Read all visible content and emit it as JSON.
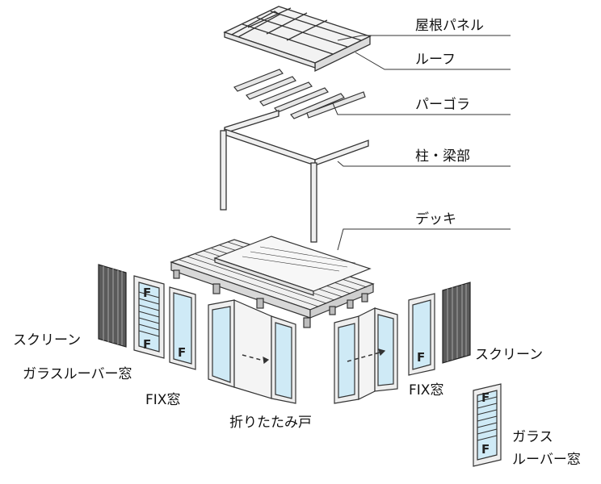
{
  "labels": {
    "roof_panel": "屋根パネル",
    "roof": "ルーフ",
    "pergola": "パーゴラ",
    "column_beam": "柱・梁部",
    "deck": "デッキ",
    "screen_left": "スクリーン",
    "glass_louver_left": "ガラスルーバー窓",
    "fix_left": "FIX窓",
    "folding_door": "折りたたみ戸",
    "fix_right": "FIX窓",
    "screen_right": "スクリーン",
    "glass_louver_right_1": "ガラス",
    "glass_louver_right_2": "ルーバー窓"
  },
  "panel_marks": {
    "fix": "F"
  },
  "colors": {
    "line": "#333333",
    "glass": "#cfeaf6",
    "frame": "#eeeeee",
    "screen": "#555555",
    "text": "#111111"
  }
}
